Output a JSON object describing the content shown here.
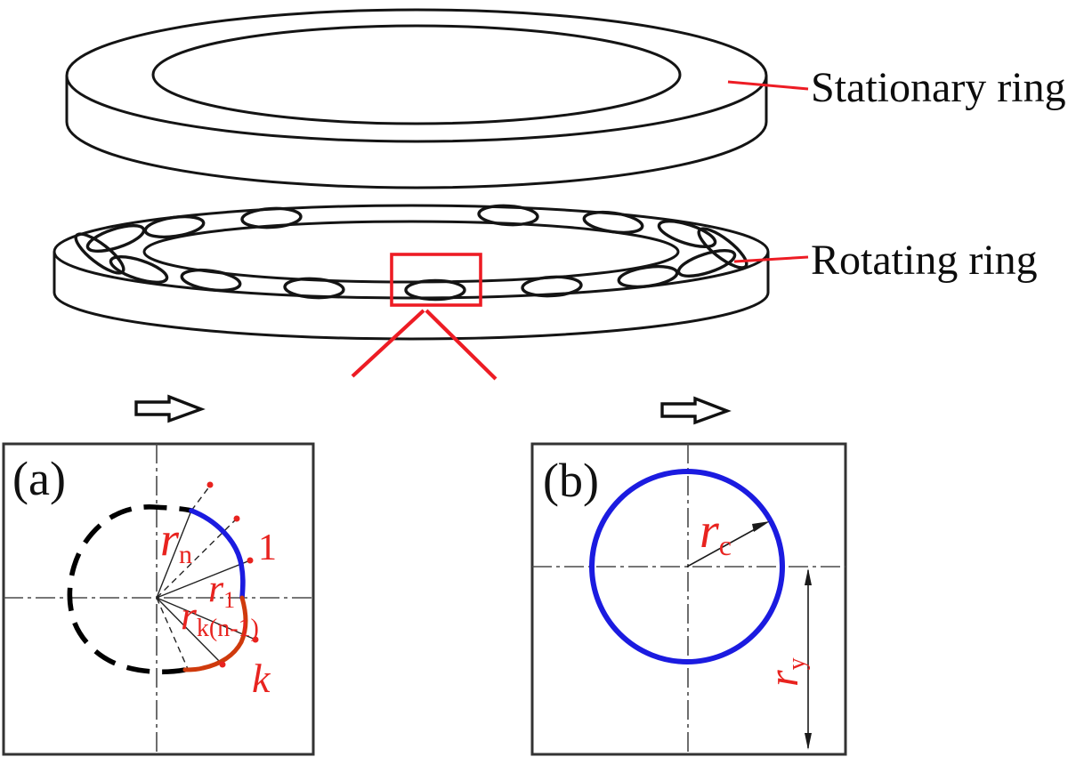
{
  "colors": {
    "ink": "#141414",
    "accent_red": "#e8231f",
    "leader_red": "#ed1c24",
    "arc_orange": "#cf3a0c",
    "arc_blue": "#1b1be0"
  },
  "assembly": {
    "stationary_label": "Stationary ring",
    "rotating_label": "Rotating ring"
  },
  "panel_a": {
    "tag": "(a)",
    "r_n": {
      "base": "r",
      "sub": "n"
    },
    "point_one": "1",
    "r_1": {
      "base": "r",
      "sub": "1"
    },
    "r_k": {
      "base": "r",
      "sub": "k(n-1)"
    },
    "k_label": "k"
  },
  "panel_b": {
    "tag": "(b)",
    "r_c": {
      "base": "r",
      "sub": "c"
    },
    "r_y": {
      "base": "r",
      "sub": "y"
    }
  }
}
